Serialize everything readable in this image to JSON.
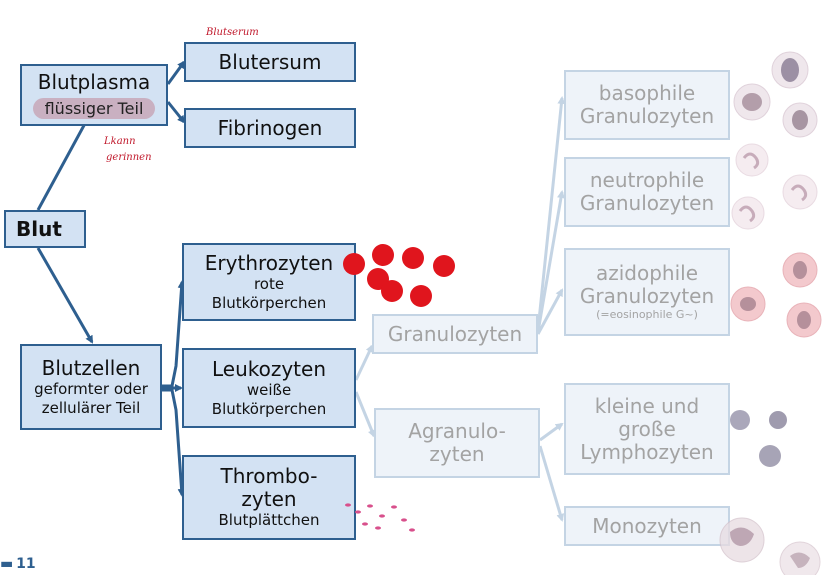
{
  "nodes": {
    "blut": "Blut",
    "blutplasma": {
      "title": "Blutplasma",
      "subtitle": "flüssiger Teil"
    },
    "blutersum": "Blutersum",
    "fibrinogen": "Fibrinogen",
    "blutzellen": {
      "title": "Blutzellen",
      "line1": "geformter oder",
      "line2": "zellulärer Teil"
    },
    "erythrozyten": {
      "title": "Erythrozyten",
      "line1": "rote",
      "line2": "Blutkörperchen"
    },
    "leukozyten": {
      "title": "Leukozyten",
      "line1": "weiße",
      "line2": "Blutkörperchen"
    },
    "thrombozyten": {
      "line1": "Thrombo-",
      "line2": "zyten",
      "sub": "Blutplättchen"
    },
    "granulozyten": "Granulozyten",
    "agranulozyten": {
      "line1": "Agranulo-",
      "line2": "zyten"
    },
    "basophile": {
      "line1": "basophile",
      "line2": "Granulozyten"
    },
    "neutrophile": {
      "line1": "neutrophile",
      "line2": "Granulozyten"
    },
    "azidophile": {
      "line1": "azidophile",
      "line2": "Granulozyten",
      "line3": "(=eosinophile G~)"
    },
    "lymphozyten": {
      "line1": "kleine und",
      "line2": "große",
      "line3": "Lymphozyten"
    },
    "monozyten": "Monozyten"
  },
  "annotations": {
    "blutserum": "Blutserum",
    "kann_gerinnen_1": "kann",
    "kann_gerinnen_2": "gerinnen"
  },
  "footer": {
    "page_number": "11"
  },
  "colors": {
    "box_fill": "#d3e2f3",
    "box_border": "#2e5f8f",
    "faded_fill": "#eef3f9",
    "faded_border": "#c4d4e4",
    "arrow_dark": "#2e5f8f",
    "arrow_light": "#c4d4e4",
    "annotation_red": "#c0182b",
    "erythrocyte_red": "#e0151d"
  }
}
